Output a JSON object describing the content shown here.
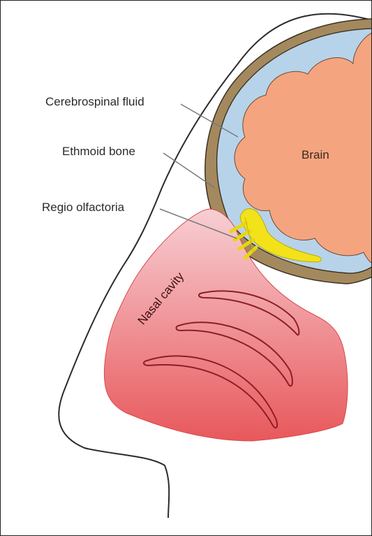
{
  "labels": {
    "csf": "Cerebrospinal fluid",
    "ethmoid": "Ethmoid bone",
    "regio": "Regio olfactoria",
    "brain": "Brain",
    "nasal": "Nasal cavity"
  },
  "colors": {
    "brain": "#f4a57f",
    "csf": "#b7d3ea",
    "skull": "#a4895e",
    "nasal_top": "#f6c8ce",
    "nasal_bottom": "#ea5a5c",
    "nerve": "#f3e21a",
    "outline": "#333333"
  }
}
